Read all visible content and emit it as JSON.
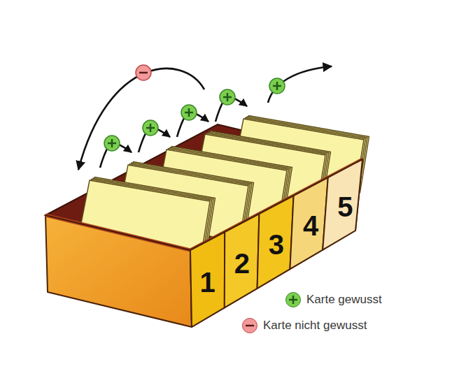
{
  "diagram": {
    "nodes": [
      {
        "text": [
          "1"
        ]
      },
      {
        "text": [
          "2"
        ]
      },
      {
        "text": [
          "3"
        ]
      },
      {
        "text": [
          "4"
        ]
      },
      {
        "text": [
          "5"
        ]
      }
    ],
    "edges": [
      {
        "from": 0,
        "to": 1,
        "arrow": "to"
      },
      {
        "from": 1,
        "to": 2,
        "arrow": "to"
      },
      {
        "from": 2,
        "to": 3,
        "arrow": "to"
      },
      {
        "from": 3,
        "to": 4,
        "arrow": "to"
      }
    ],
    "legend": [
      {
        "text": "Karte gewusst",
        "color": "#7ccf4e"
      },
      {
        "text": "Karte nicht gewusst",
        "color": "#f29a9a"
      }
    ]
  }
}
